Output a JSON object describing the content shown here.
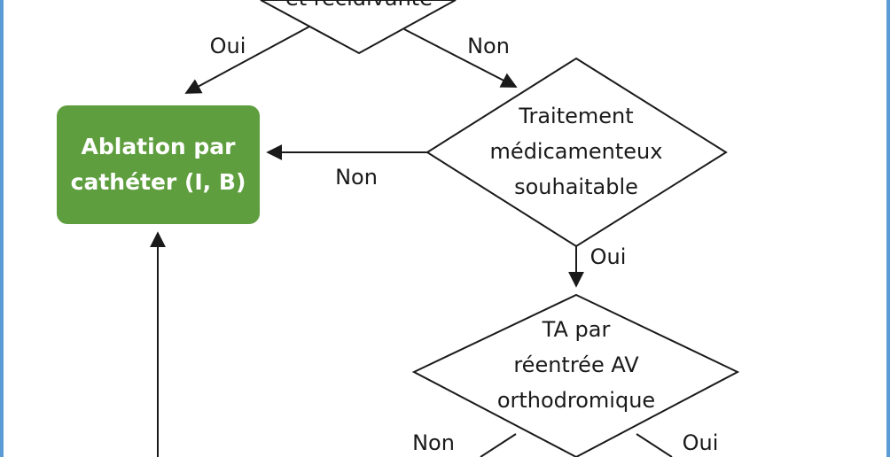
{
  "top_decision": {
    "partial_text": "et récidivante"
  },
  "labels": {
    "oui_left": "Oui",
    "non_right": "Non",
    "non_middle": "Non",
    "oui_down": "Oui",
    "non_bottom": "Non",
    "oui_bottom": "Oui"
  },
  "ablation_box": {
    "line1": "Ablation par",
    "line2": "cathéter (I, B)"
  },
  "decision_traitement": {
    "line1": "Traitement",
    "line2": "médicamenteux",
    "line3": "souhaitable"
  },
  "decision_ta": {
    "line1": "TA par",
    "line2": "réentrée AV",
    "line3": "orthodromique"
  },
  "colors": {
    "accent_green": "#5e9e3e",
    "border_blue": "#5b9bd5",
    "stroke": "#1a1a1a"
  }
}
